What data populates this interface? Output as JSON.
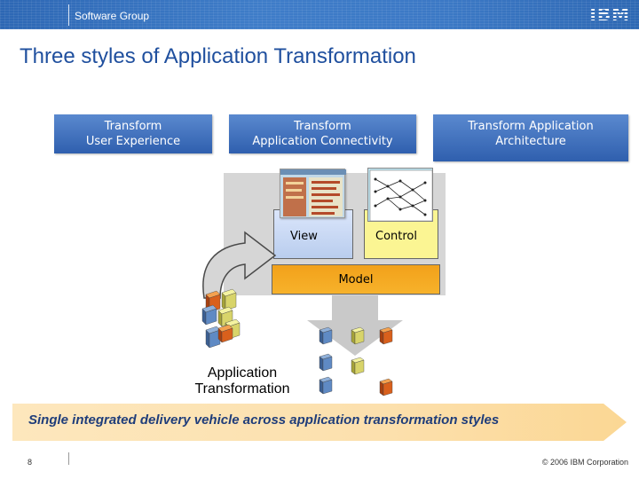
{
  "header": {
    "group_name": "Software Group",
    "logo": "IBM"
  },
  "slide": {
    "title": "Three styles of Application Transformation"
  },
  "tabs": [
    {
      "line1": "Transform",
      "line2": "User Experience"
    },
    {
      "line1": "Transform",
      "line2": "Application Connectivity"
    },
    {
      "line1": "Transform Application",
      "line2": "Architecture"
    }
  ],
  "mvc": {
    "view": "View",
    "control": "Control",
    "model": "Model"
  },
  "app_transformation": {
    "line1": "Application",
    "line2": "Transformation"
  },
  "banner": {
    "text": "Single integrated delivery vehicle across application transformation styles"
  },
  "footer": {
    "page_number": "8",
    "copyright": "© 2006 IBM Corporation"
  },
  "colors": {
    "brand_blue": "#2f5fae",
    "title_blue": "#1f4f9e",
    "model_orange": "#f2a11a",
    "control_yellow": "#fbf593"
  }
}
